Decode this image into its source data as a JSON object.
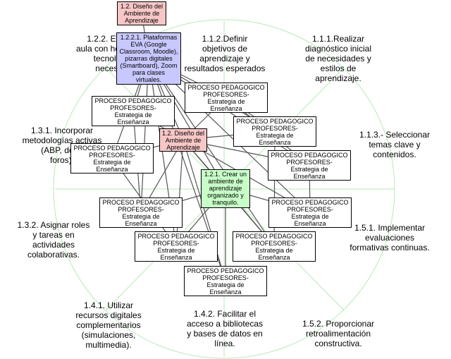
{
  "colors": {
    "pink": "#f7c6c6",
    "blue": "#c8c8ff",
    "green": "#c8ffc8",
    "ring": "#b8e8b8",
    "edge": "#555555"
  },
  "outer_labels": {
    "o111": "1.1.1.Realizar\ndiagnóstico inicial\nde necesidades y\nestilos de\naprendizaje.",
    "o112": "1.1.2.Definir\nobjetivos de\naprendizaje y\nresultados esperados",
    "o113": "1.1.3.- Seleccionar\ntemas clave y\ncontenidos.",
    "o122": "1.2.2. Equ\naula con herr\ntecnológ\nnecesar",
    "o131": "1.3.1. Incorporar\nmetodologías activas\n(ABP, deba\nforos).",
    "o132": "1.3.2. Asignar roles\ny tareas en\nactividades\ncolaborativas.",
    "o141": "1.4.1. Utilizar\nrecursos digitales\ncomplementarios\n(simulaciones,\nmultimedia).",
    "o142": "1.4.2. Facilitar el\nacceso a bibliotecas\ny bases de datos en\nlínea.",
    "o151": "1.5.1. Implementar\nevaluaciones\nformativas continuas.",
    "o152": "1.5.2. Proporcionar\nretroalimentación\nconstructiva."
  },
  "nodes": {
    "top": "1.2. Diseño del\nAmbiente de\nAprendizaje",
    "center": "1.2. Diseño del\nAmbiente de\nAprendizaje",
    "blue": "1.2.2.1. Plataformas\nEVA (Google\nClassroom, Moodle),\npizarras digitales\n(Smartboard), Zoom\npara clases\nvirtuales.",
    "green": "1.2.1. Crear un\nambiente de\naprendizaje\norganizado y\ntranquilo.",
    "proc": "PROCESO PEDAGOGICO\nPROFESORES-\nEstrategia de\nEnseñanza"
  }
}
